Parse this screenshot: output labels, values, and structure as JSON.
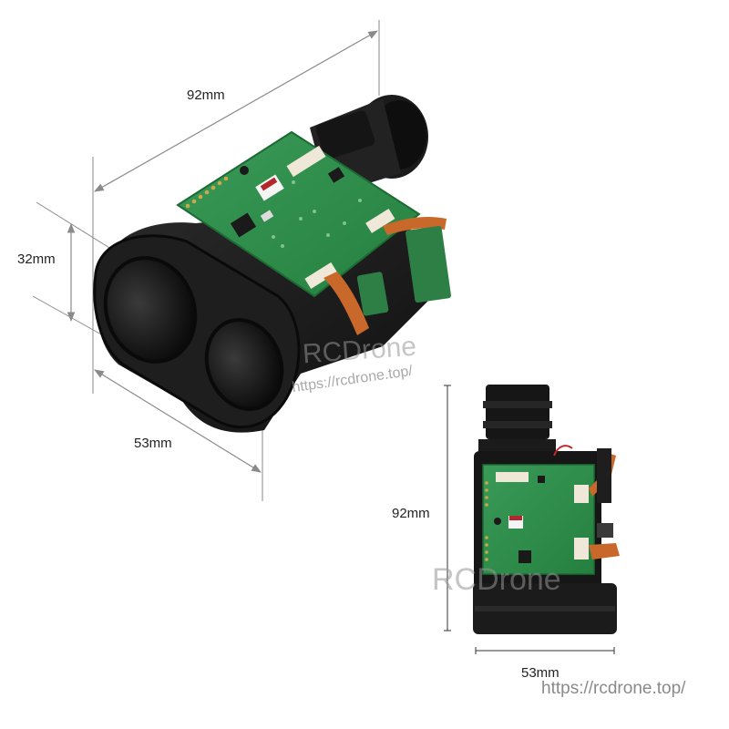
{
  "image": {
    "subject": "laser rangefinder module with PCB",
    "background": "#ffffff"
  },
  "view_angled": {
    "dimensions": {
      "length": "92mm",
      "height": "32mm",
      "width": "53mm"
    },
    "watermark": {
      "brand": "RCDrone",
      "url": "https://rcdrone.top/"
    }
  },
  "view_front": {
    "dimensions": {
      "height": "92mm",
      "width": "53mm"
    },
    "watermark": {
      "brand": "RCDrone"
    }
  },
  "footer": {
    "url": "https://rcdrone.top/"
  },
  "colors": {
    "pcb_green": "#2e8b4a",
    "housing_black": "#1a1a1a",
    "flex_orange": "#c8682a",
    "dimension_line": "#8a8a8a"
  }
}
